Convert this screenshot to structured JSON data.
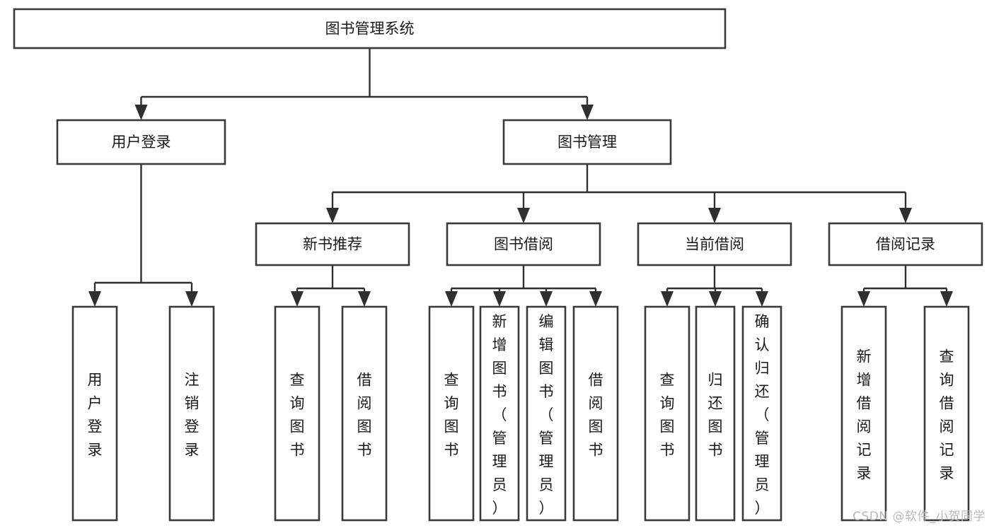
{
  "diagram": {
    "title": "图书管理系统",
    "type": "tree-hierarchy-flowchart",
    "orientation": "top-down",
    "colors": {
      "box_fill": "#ffffff",
      "box_stroke": "#3a3a3a",
      "connector": "#2f2f2f",
      "text": "#1a1a1a",
      "watermark": "#b9b9b9",
      "background": "#ffffff"
    },
    "root": {
      "id": "root",
      "label": "图书管理系统",
      "level": 0
    },
    "level1": [
      {
        "id": "user-login",
        "label": "用户登录",
        "level": 1
      },
      {
        "id": "book-management",
        "label": "图书管理",
        "level": 1
      }
    ],
    "level2": [
      {
        "id": "new-book-recommend",
        "label": "新书推荐",
        "level": 2,
        "parent": "book-management"
      },
      {
        "id": "book-borrow",
        "label": "图书借阅",
        "level": 2,
        "parent": "book-management"
      },
      {
        "id": "current-borrow",
        "label": "当前借阅",
        "level": 2,
        "parent": "book-management"
      },
      {
        "id": "borrow-record",
        "label": "借阅记录",
        "level": 2,
        "parent": "book-management"
      }
    ],
    "leaves": [
      {
        "id": "leaf-user-login",
        "label": "用户登录",
        "parent": "user-login",
        "orientation": "vertical"
      },
      {
        "id": "leaf-logout-login",
        "label": "注销登录",
        "parent": "user-login",
        "orientation": "vertical"
      },
      {
        "id": "leaf-query-book-1",
        "label": "查询图书",
        "parent": "new-book-recommend",
        "orientation": "vertical"
      },
      {
        "id": "leaf-borrow-book-1",
        "label": "借阅图书",
        "parent": "new-book-recommend",
        "orientation": "vertical"
      },
      {
        "id": "leaf-query-book-2",
        "label": "查询图书",
        "parent": "book-borrow",
        "orientation": "vertical"
      },
      {
        "id": "leaf-add-book-admin",
        "label": "新增图书（管理员）",
        "parent": "book-borrow",
        "orientation": "vertical"
      },
      {
        "id": "leaf-edit-book-admin",
        "label": "编辑图书（管理员）",
        "parent": "book-borrow",
        "orientation": "vertical"
      },
      {
        "id": "leaf-borrow-book-2",
        "label": "借阅图书",
        "parent": "book-borrow",
        "orientation": "vertical"
      },
      {
        "id": "leaf-query-book-3",
        "label": "查询图书",
        "parent": "current-borrow",
        "orientation": "vertical"
      },
      {
        "id": "leaf-return-book",
        "label": "归还图书",
        "parent": "current-borrow",
        "orientation": "vertical"
      },
      {
        "id": "leaf-confirm-return-admin",
        "label": "确认归还（管理员）",
        "parent": "current-borrow",
        "orientation": "vertical"
      },
      {
        "id": "leaf-add-borrow-record",
        "label": "新增借阅记录",
        "parent": "borrow-record",
        "orientation": "vertical"
      },
      {
        "id": "leaf-query-borrow-record",
        "label": "查询借阅记录",
        "parent": "borrow-record",
        "orientation": "vertical"
      }
    ]
  },
  "watermark": {
    "text": "CSDN @软件_小贺同学"
  }
}
